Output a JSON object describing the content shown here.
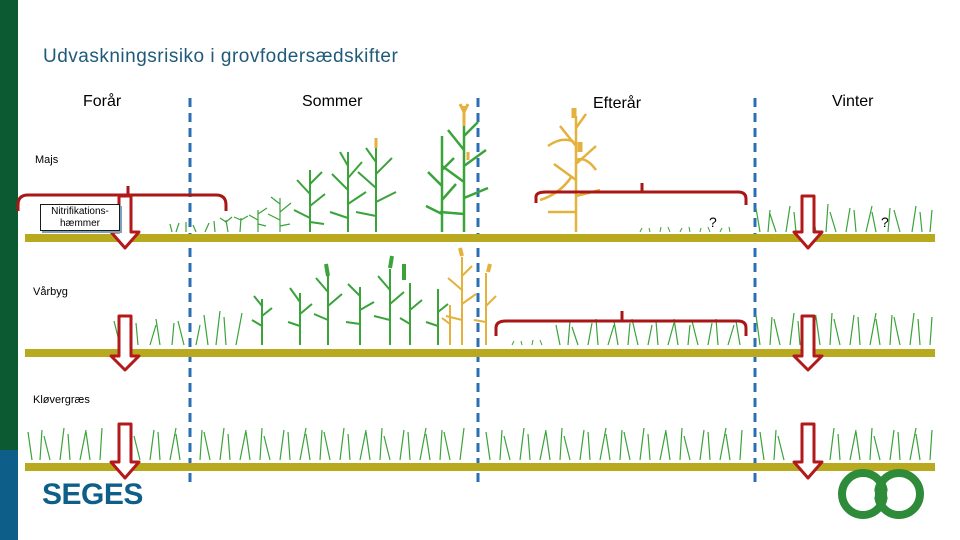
{
  "title": "Udvaskningsrisiko i grovfodersædskifter",
  "seasons": {
    "spring": "Forår",
    "summer": "Sommer",
    "autumn": "Efterår",
    "winter": "Vinter"
  },
  "crops": {
    "maize": "Majs",
    "spring_barley": "Vårbyg",
    "clover_grass": "Kløvergræs"
  },
  "inhibitor_box": {
    "line1": "Nitrifikations-",
    "line2": "hæmmer"
  },
  "question_mark": "?",
  "logo": {
    "text": "SEGES"
  },
  "colors": {
    "title": "#1f5a7a",
    "sidebar_top": "#0b5a32",
    "sidebar_bottom": "#0d5e88",
    "soil": "#b9a91f",
    "divider": "#2a6fb5",
    "arrow": "#b3191b",
    "bracket": "#a81616",
    "plant_green": "#3aa33a",
    "plant_yellow": "#e3b13c"
  }
}
